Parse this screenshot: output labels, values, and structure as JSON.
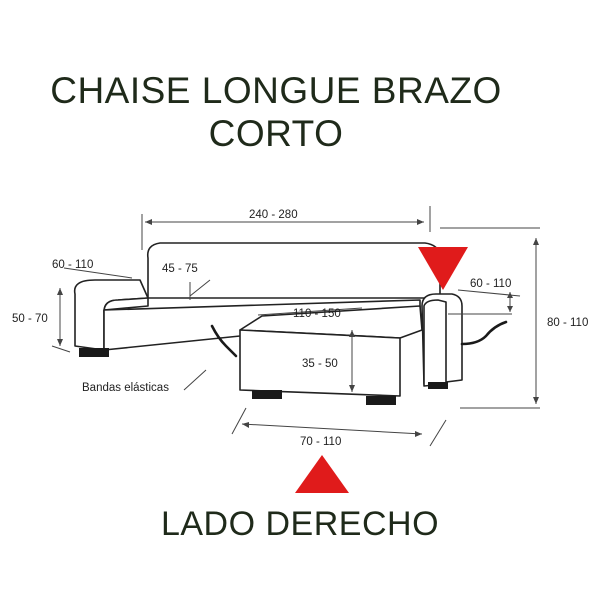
{
  "title_line1": "CHAISE LONGUE BRAZO",
  "title_line2": "CORTO",
  "side_label": "LADO DERECHO",
  "dimensions": {
    "total_width": "240 - 280",
    "arm_depth_left": "60 - 110",
    "arm_height": "50 - 70",
    "backrest": "45 - 75",
    "chaise_length": "110 - 150",
    "arm_depth_right": "60 - 110",
    "seat_height": "35 - 50",
    "total_height": "80 - 110",
    "chaise_width": "70 - 110"
  },
  "elastic_label": "Bandas elásticas",
  "colors": {
    "marker": "#e01b1b",
    "text": "#1f2a1a",
    "line": "#222222"
  }
}
